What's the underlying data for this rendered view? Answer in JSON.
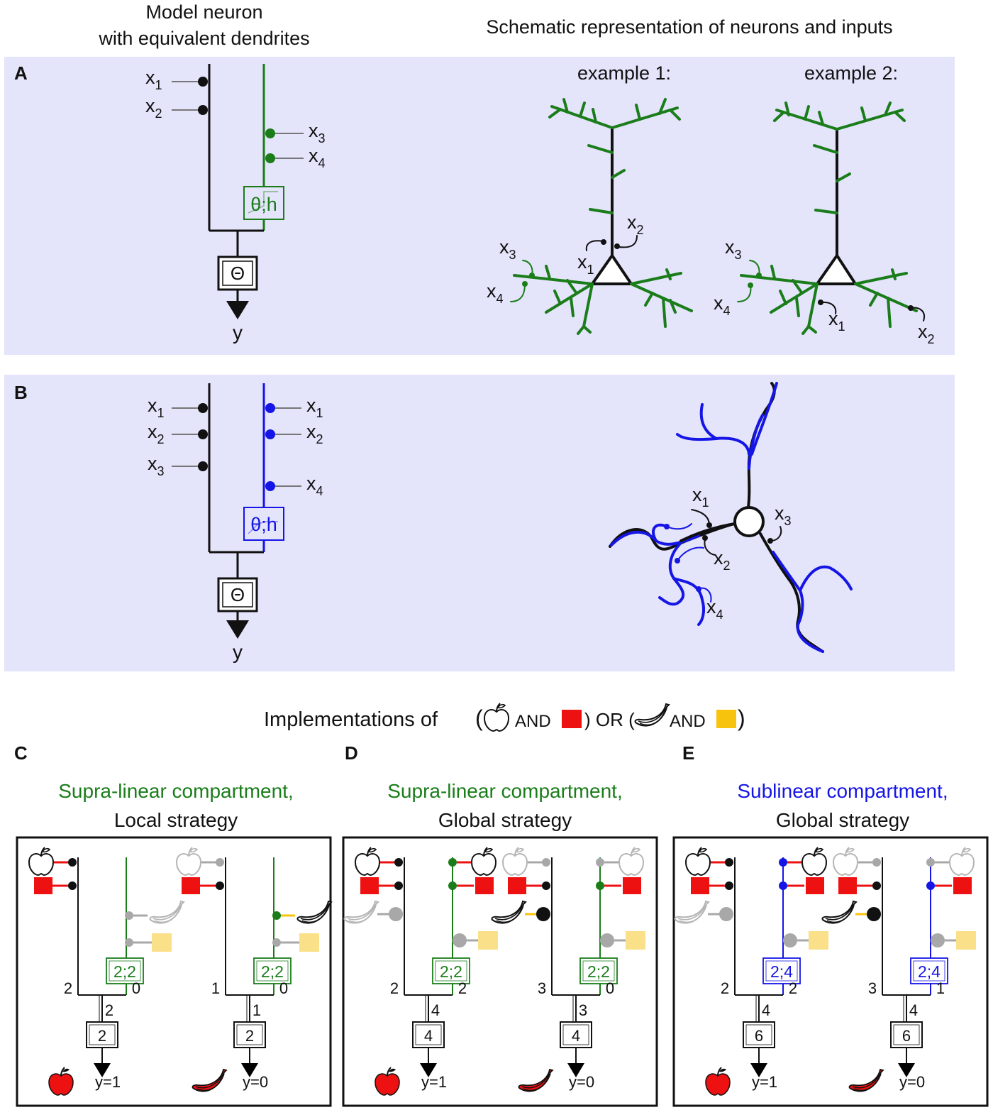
{
  "header": {
    "left_line1": "Model neuron",
    "left_line2": "with equivalent dendrites",
    "right": "Schematic representation of neurons and inputs"
  },
  "panelA": {
    "label": "A",
    "example1": "example 1:",
    "example2": "example 2:",
    "box_label": "θ;h",
    "soma_label": "Θ",
    "output": "y",
    "inputs": [
      "x1",
      "x2",
      "x3",
      "x4"
    ]
  },
  "panelB": {
    "label": "B",
    "box_label": "θ;h",
    "soma_label": "Θ",
    "output": "y",
    "inputs_left": [
      "x1",
      "x2",
      "x3"
    ],
    "inputs_right": [
      "x1",
      "x2",
      "x4"
    ]
  },
  "implementations": {
    "prefix": "Implementations of",
    "and1": "AND",
    "or": ") OR (",
    "and2": "AND",
    "open": "(",
    "close": ")"
  },
  "panels": [
    {
      "label": "C",
      "title1": "Supra-linear compartment,",
      "title2": "Local strategy",
      "color": "#1a7d1a",
      "cases": [
        {
          "box": "2;2",
          "left": "2",
          "right": "0",
          "sum": "2",
          "soma": "2",
          "output": "y=1",
          "fruit": "apple"
        },
        {
          "box": "2;2",
          "left": "1",
          "right": "0",
          "sum": "1",
          "soma": "2",
          "output": "y=0",
          "fruit": "banana"
        }
      ]
    },
    {
      "label": "D",
      "title1": "Supra-linear compartment,",
      "title2": "Global strategy",
      "color": "#1a7d1a",
      "cases": [
        {
          "box": "2;2",
          "left": "2",
          "right": "2",
          "sum": "4",
          "soma": "4",
          "output": "y=1",
          "fruit": "apple"
        },
        {
          "box": "2;2",
          "left": "3",
          "right": "0",
          "sum": "3",
          "soma": "4",
          "output": "y=0",
          "fruit": "banana"
        }
      ]
    },
    {
      "label": "E",
      "title1": "Sublinear compartment,",
      "title2": "Global strategy",
      "color": "#1515e6",
      "cases": [
        {
          "box": "2;4",
          "left": "2",
          "right": "2",
          "sum": "4",
          "soma": "6",
          "output": "y=1",
          "fruit": "apple"
        },
        {
          "box": "2;4",
          "left": "3",
          "right": "1",
          "sum": "4",
          "soma": "6",
          "output": "y=0",
          "fruit": "banana"
        }
      ]
    }
  ],
  "colors": {
    "panel_bg": "#e4e4fb",
    "green": "#1a7d1a",
    "blue": "#1515e6",
    "red": "#ee1111",
    "yellow": "#fbe08a",
    "gray": "#a8a8a8",
    "dark": "#111111"
  }
}
